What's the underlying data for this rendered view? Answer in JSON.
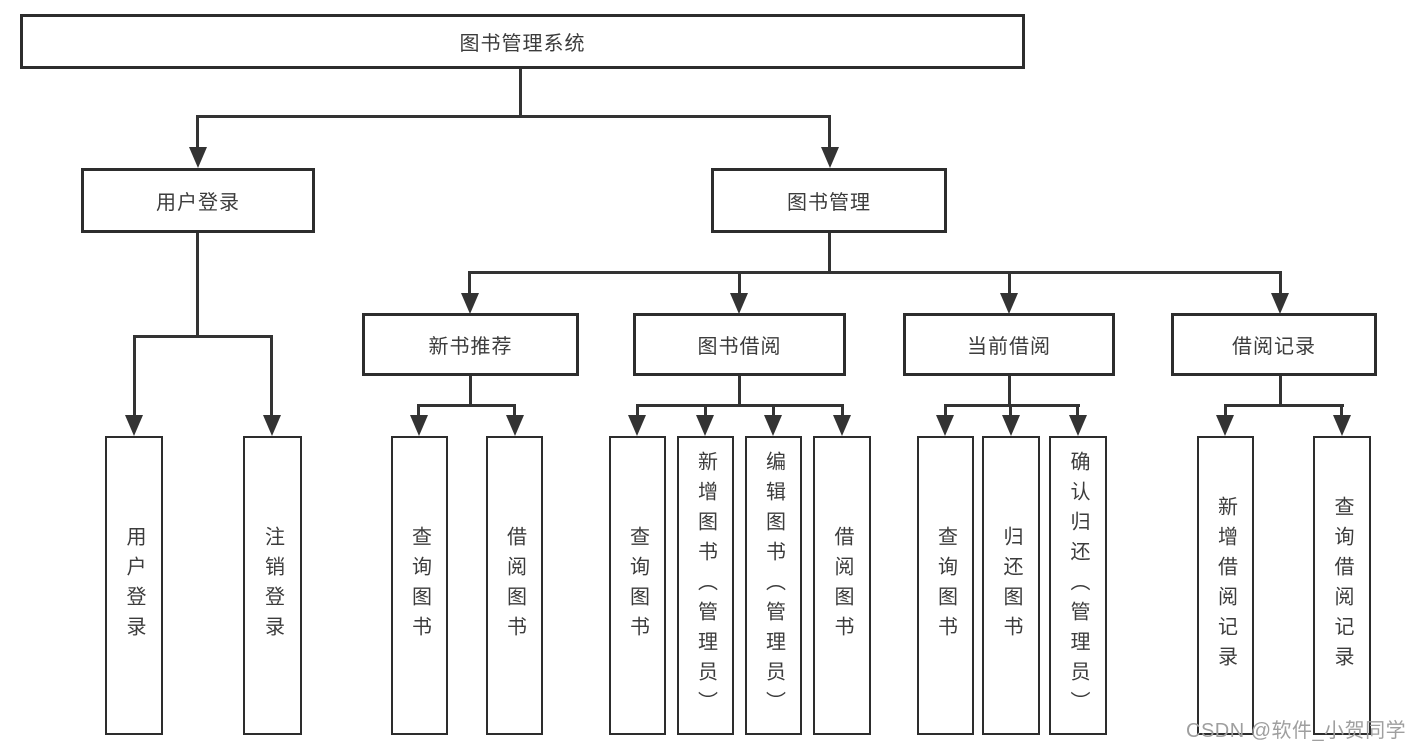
{
  "title": "图书管理系统",
  "tree": {
    "label": "图书管理系统",
    "children": [
      {
        "label": "用户登录",
        "children": [
          {
            "label": "用户登录"
          },
          {
            "label": "注销登录"
          }
        ]
      },
      {
        "label": "图书管理",
        "children": [
          {
            "label": "新书推荐",
            "children": [
              {
                "label": "查询图书"
              },
              {
                "label": "借阅图书"
              }
            ]
          },
          {
            "label": "图书借阅",
            "children": [
              {
                "label": "查询图书"
              },
              {
                "label": "新增图书（管理员）"
              },
              {
                "label": "编辑图书（管理员）"
              },
              {
                "label": "借阅图书"
              }
            ]
          },
          {
            "label": "当前借阅",
            "children": [
              {
                "label": "查询图书"
              },
              {
                "label": "归还图书"
              },
              {
                "label": "确认归还（管理员）"
              }
            ]
          },
          {
            "label": "借阅记录",
            "children": [
              {
                "label": "新增借阅记录"
              },
              {
                "label": "查询借阅记录"
              }
            ]
          }
        ]
      }
    ]
  },
  "watermark": {
    "text": "CSDN @软件_小贺同学"
  },
  "colors": {
    "background": "#ffffff",
    "box_border": "#2d2d2d",
    "line": "#333333",
    "text": "#3c3c3c",
    "watermark": "#9f9f9f"
  }
}
